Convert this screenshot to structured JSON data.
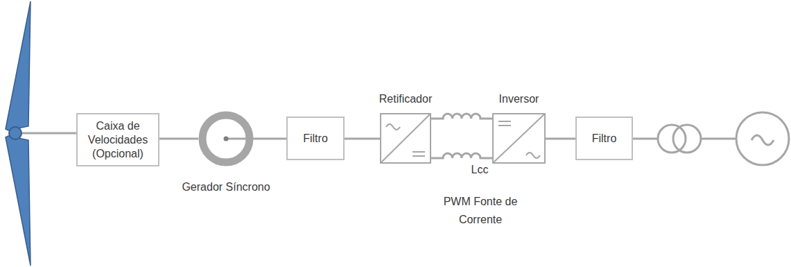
{
  "diagram": {
    "nodes": [
      {
        "text": [
          "Caixa de Velocidades (Opcional)"
        ]
      },
      {
        "text": [
          "Gerador Síncrono"
        ]
      },
      {
        "text": [
          "Filtro"
        ]
      },
      {
        "text": [
          "Retificador"
        ]
      },
      {
        "text": [
          "Inversor"
        ]
      },
      {
        "text": [
          "Filtro"
        ]
      }
    ],
    "edges": [
      {
        "from": 0,
        "to": 1,
        "arrow": "none"
      },
      {
        "from": 1,
        "to": 2,
        "arrow": "none"
      },
      {
        "from": 2,
        "to": 3,
        "arrow": "none"
      },
      {
        "from": 3,
        "to": 4,
        "arrow": "none"
      },
      {
        "from": 3,
        "to": 4,
        "arrow": "none"
      },
      {
        "from": 4,
        "to": 5,
        "arrow": "none"
      }
    ],
    "labels": [
      "Lcc",
      "PWM Fonte de Corrente"
    ]
  }
}
